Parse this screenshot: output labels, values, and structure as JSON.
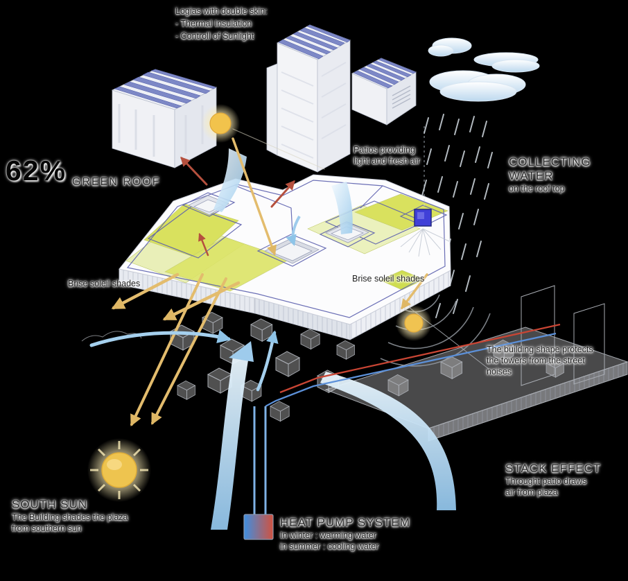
{
  "diagram_title": "Building sustainability concept diagram",
  "labels": {
    "logias": {
      "title": "Logias with double skin:",
      "line1": "- Thermal Insulation",
      "line2": "- Controll of Sunlight"
    },
    "green_roof": {
      "pct": "62%",
      "title": "GREEN ROOF"
    },
    "patios": {
      "line1": "Patios providing",
      "line2": "light and fresh air"
    },
    "collecting": {
      "title1": "COLLECTING",
      "title2": "WATER",
      "sub": "on the roof top"
    },
    "brise_left": {
      "text": "Brise soleil shades"
    },
    "brise_right": {
      "text": "Brise soleil shades"
    },
    "noise": {
      "line1": "The building shape protects",
      "line2": "the towers from the street",
      "line3": "noises"
    },
    "stack": {
      "title": "STACK EFFECT",
      "line1": "Throught patio draws",
      "line2": "air from plaza"
    },
    "heat_pump": {
      "title": "HEAT PUMP SYSTEM",
      "line1": "In winter : warming water",
      "line2": "in summer : cooling water"
    },
    "south_sun": {
      "title": "SOUTH SUN",
      "line1": "The Building shades the plaza",
      "line2": "from southern sun"
    }
  },
  "colors": {
    "background": "#000000",
    "green_roof_bright": "#d9e15e",
    "green_roof_light": "#e9efb8",
    "plan_outline_blue": "#5b5fae",
    "solar_panel_blue": "#7d88c6",
    "arrow_tan": "#e3bc6d",
    "arrow_red": "#b5503e",
    "air_blue": "#8ec4e8",
    "heat_loop_red": "#c94534",
    "heat_loop_blue": "#5c90d8",
    "sun_yellow": "#f2c34c",
    "water_tank_blue": "#4040d8"
  }
}
